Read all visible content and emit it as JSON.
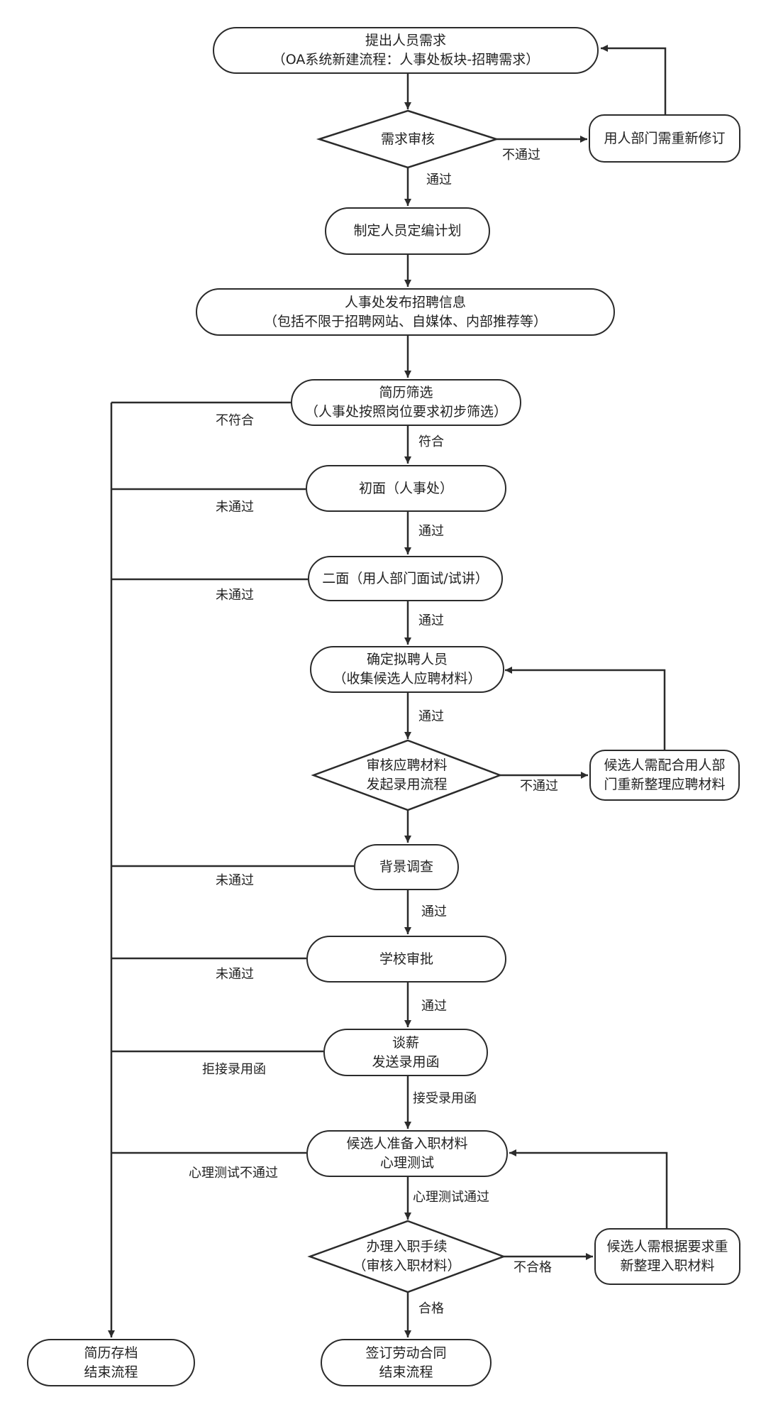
{
  "nodes": {
    "submit_request": {
      "line1": "提出人员需求",
      "line2": "（OA系统新建流程：人事处板块-招聘需求）"
    },
    "review_request": {
      "line1": "需求审核"
    },
    "dept_revise": {
      "line1": "用人部门需重新修订"
    },
    "staffing_plan": {
      "line1": "制定人员定编计划"
    },
    "publish_info": {
      "line1": "人事处发布招聘信息",
      "line2": "（包括不限于招聘网站、自媒体、内部推荐等）"
    },
    "resume_screen": {
      "line1": "简历筛选",
      "line2": "（人事处按照岗位要求初步筛选）"
    },
    "first_interview": {
      "line1": "初面（人事处）"
    },
    "second_interview": {
      "line1": "二面（用人部门面试/试讲）"
    },
    "confirm_hire": {
      "line1": "确定拟聘人员",
      "line2": "（收集候选人应聘材料）"
    },
    "review_materials": {
      "line1": "审核应聘材料",
      "line2": "发起录用流程"
    },
    "candidate_reorganize": {
      "line1": "候选人需配合用人部",
      "line2": "门重新整理应聘材料"
    },
    "background_check": {
      "line1": "背景调查"
    },
    "school_approval": {
      "line1": "学校审批"
    },
    "salary_offer": {
      "line1": "谈薪",
      "line2": "发送录用函"
    },
    "onboarding_prep": {
      "line1": "候选人准备入职材料",
      "line2": "心理测试"
    },
    "onboarding_process": {
      "line1": "办理入职手续",
      "line2": "（审核入职材料）"
    },
    "candidate_resubmit": {
      "line1": "候选人需根据要求重",
      "line2": "新整理入职材料"
    },
    "archive": {
      "line1": "简历存档",
      "line2": "结束流程"
    },
    "sign_contract": {
      "line1": "签订劳动合同",
      "line2": "结束流程"
    }
  },
  "edges": {
    "review_fail": "不通过",
    "review_pass": "通过",
    "resume_reject": "不符合",
    "resume_match": "符合",
    "first_fail": "未通过",
    "first_pass": "通过",
    "second_fail": "未通过",
    "second_pass": "通过",
    "confirm_pass": "通过",
    "materials_fail": "不通过",
    "bg_fail": "未通过",
    "bg_pass": "通过",
    "school_fail": "未通过",
    "school_pass": "通过",
    "offer_reject": "拒接录用函",
    "offer_accept": "接受录用函",
    "psych_fail": "心理测试不通过",
    "psych_pass": "心理测试通过",
    "onboard_fail": "不合格",
    "onboard_pass": "合格"
  }
}
